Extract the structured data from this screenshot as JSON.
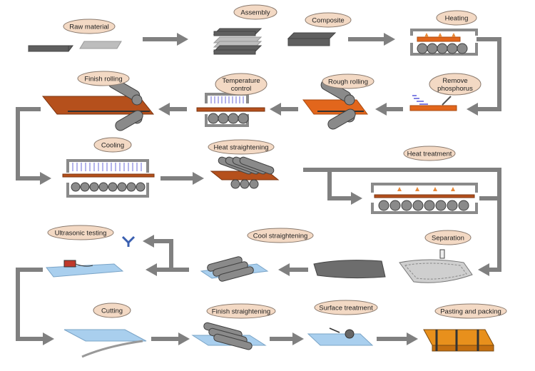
{
  "diagram": {
    "steps": [
      {
        "id": "raw-material",
        "lines": [
          "Raw material"
        ]
      },
      {
        "id": "assembly",
        "lines": [
          "Assembly"
        ]
      },
      {
        "id": "composite",
        "lines": [
          "Composite"
        ]
      },
      {
        "id": "heating",
        "lines": [
          "Heating"
        ]
      },
      {
        "id": "remove-phosphorus",
        "lines": [
          "Remove",
          "phosphorus"
        ]
      },
      {
        "id": "rough-rolling",
        "lines": [
          "Rough rolling"
        ]
      },
      {
        "id": "temperature-control",
        "lines": [
          "Temperature",
          "control"
        ]
      },
      {
        "id": "finish-rolling",
        "lines": [
          "Finish rolling"
        ]
      },
      {
        "id": "cooling",
        "lines": [
          "Cooling"
        ]
      },
      {
        "id": "heat-straightening",
        "lines": [
          "Heat straightening"
        ]
      },
      {
        "id": "heat-treatment",
        "lines": [
          "Heat treatment"
        ]
      },
      {
        "id": "separation",
        "lines": [
          "Separation"
        ]
      },
      {
        "id": "cool-straightening",
        "lines": [
          "Cool straightening"
        ]
      },
      {
        "id": "ultrasonic-testing",
        "lines": [
          "Ultrasonic testing"
        ]
      },
      {
        "id": "cutting",
        "lines": [
          "Cutting"
        ]
      },
      {
        "id": "finish-straightening",
        "lines": [
          "Finish straightening"
        ]
      },
      {
        "id": "surface-treatment",
        "lines": [
          "Surface treatment"
        ]
      },
      {
        "id": "pasting-and-packing",
        "lines": [
          "Pasting and packing"
        ]
      }
    ],
    "colors": {
      "label_fill": "#f3d9c4",
      "arrow": "#808080",
      "steel_hot": "#e2661c",
      "steel_plate": "#a9cfee"
    }
  }
}
